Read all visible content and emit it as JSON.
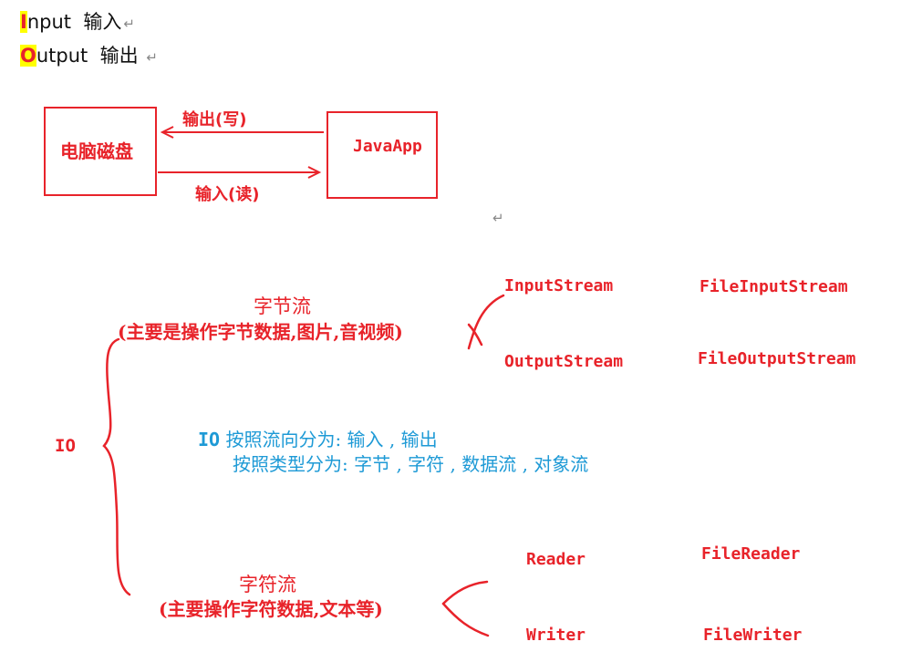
{
  "header": {
    "input_first": "I",
    "input_rest": "nput",
    "input_cn": "输入",
    "output_first": "O",
    "output_rest": "utput",
    "output_cn": "输出",
    "return_mark": "↵"
  },
  "flow": {
    "disk": "电脑磁盘",
    "app": "JavaApp",
    "write": "输出(写)",
    "read": "输入(读)",
    "return_mark": "↵"
  },
  "io": {
    "root": "IO",
    "byte_stream": {
      "title": "字节流",
      "desc": "(主要是操作字节数据,图片,音视频)",
      "children": [
        {
          "name": "InputStream",
          "impl": "FileInputStream"
        },
        {
          "name": "OutputStream",
          "impl": "FileOutputStream"
        }
      ]
    },
    "char_stream": {
      "title": "字符流",
      "desc": "(主要操作字符数据,文本等)",
      "children": [
        {
          "name": "Reader",
          "impl": "FileReader"
        },
        {
          "name": "Writer",
          "impl": "FileWriter"
        }
      ]
    },
    "note_prefix": "IO",
    "note_line1": "按照流向分为: 输入 , 输出",
    "note_line2": "按照类型分为: 字节 , 字符 , 数据流 , 对象流"
  },
  "colors": {
    "red": "#e8232a",
    "blue": "#1e9ad6",
    "highlight": "#ffff00"
  }
}
